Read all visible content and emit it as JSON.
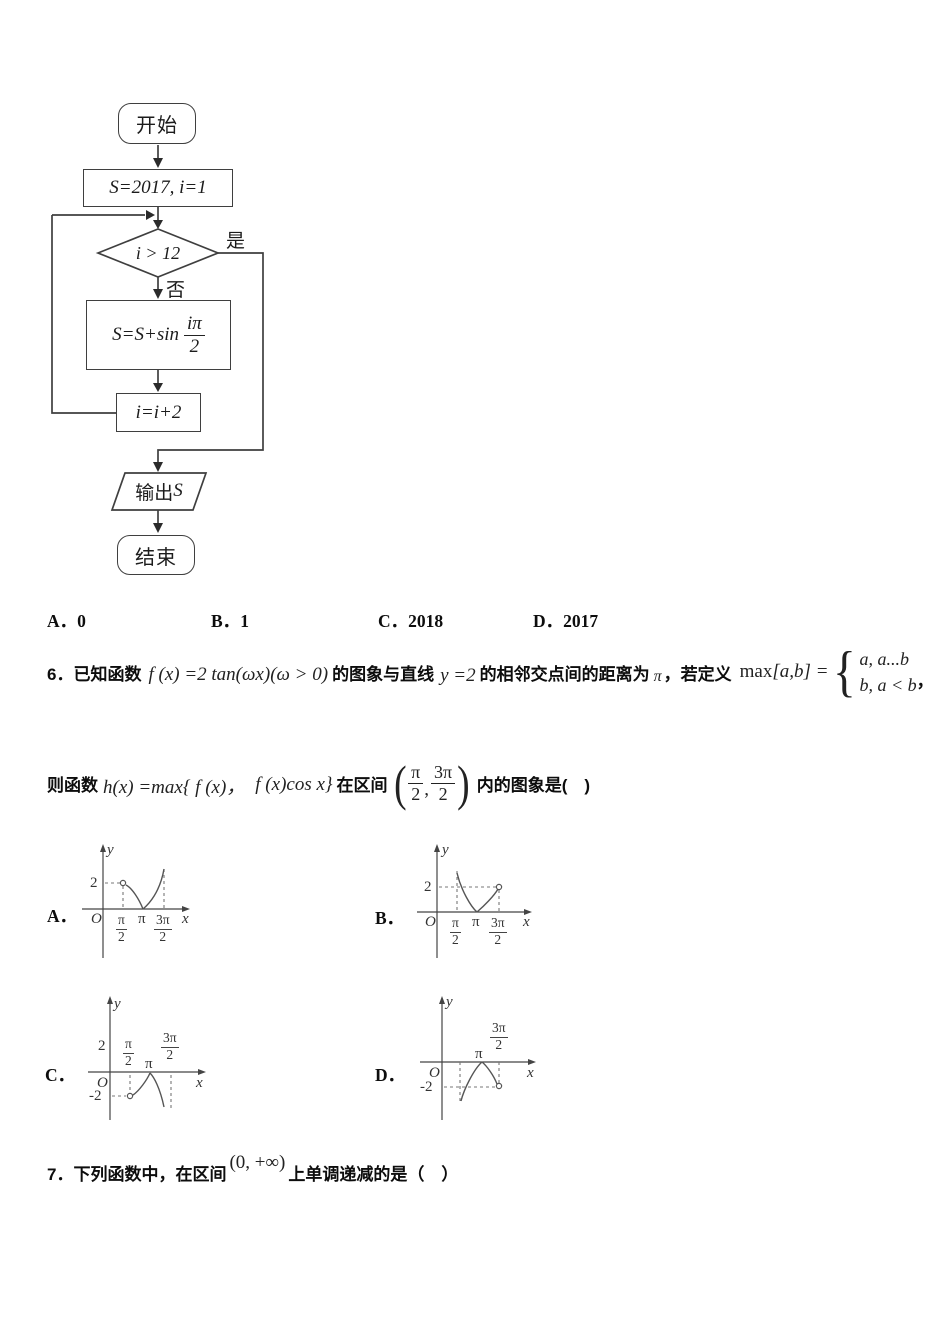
{
  "flowchart": {
    "start": "开始",
    "init": "S=2017, i=1",
    "cond": "i > 12",
    "yes": "是",
    "no": "否",
    "compute_prefix": "S=S+sin",
    "compute_num": "iπ",
    "compute_den": "2",
    "incr": "i=i+2",
    "output_cjk": "输出",
    "output_var": "S",
    "end": "结束"
  },
  "question5_options": [
    {
      "label": "A．",
      "value": "0"
    },
    {
      "label": "B．",
      "value": "1"
    },
    {
      "label": "C．",
      "value": "2018"
    },
    {
      "label": "D．",
      "value": "2017"
    }
  ],
  "question6": {
    "number": "6．",
    "seg1": "已知函数",
    "math1": "f (x) =2 tan(ωx)(ω > 0)",
    "seg2": "的图象与直线",
    "math2": "y =2",
    "seg3": "的相邻交点间的距离为",
    "math3": "π",
    "seg4": "，若定义",
    "max_fn": "max",
    "max_args": "[a,b]",
    "max_eq": "=",
    "piecewise": [
      "a, a...b",
      "b, a < b"
    ],
    "after_piecewise": "，",
    "line2_pre": "则函数",
    "line2_math1": "h(x) =max{ f (x)，",
    "line2_math2": "f (x)cos x}",
    "line2_mid": "在区间",
    "interval_frac1": {
      "num": "π",
      "den": "2"
    },
    "interval_comma": ",",
    "interval_frac2": {
      "num": "3π",
      "den": "2"
    },
    "line2_post": "内的图象是(　)"
  },
  "graphs": {
    "A": {
      "label": "A．",
      "ylabel": "y",
      "xlabel": "x",
      "origin": "O",
      "ytick": "2",
      "frac_half": {
        "num": "π",
        "den": "2"
      },
      "tick_pi": "π",
      "frac_3half": {
        "num": "3π",
        "den": "2"
      }
    },
    "B": {
      "label": "B．",
      "ylabel": "y",
      "xlabel": "x",
      "origin": "O",
      "ytick": "2",
      "frac_half": {
        "num": "π",
        "den": "2"
      },
      "tick_pi": "π",
      "frac_3half": {
        "num": "3π",
        "den": "2"
      }
    },
    "C": {
      "label": "C．",
      "ylabel": "y",
      "xlabel": "x",
      "origin": "O",
      "ytick": "2",
      "ytick_neg": "-2",
      "frac_half": {
        "num": "π",
        "den": "2"
      },
      "tick_pi": "π",
      "frac_3half": {
        "num": "3π",
        "den": "2"
      }
    },
    "D": {
      "label": "D．",
      "ylabel": "y",
      "xlabel": "x",
      "origin": "O",
      "ytick_neg": "-2",
      "tick_pi": "π",
      "frac_3half": {
        "num": "3π",
        "den": "2"
      }
    }
  },
  "question7": {
    "number": "7．",
    "pre": "下列函数中，在区间",
    "interval": "(0, +∞)",
    "post": "上单调递减的是（　）"
  }
}
